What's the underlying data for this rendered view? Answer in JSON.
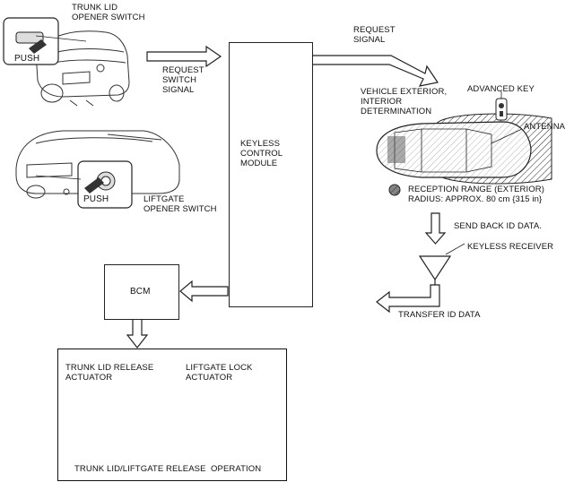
{
  "labels": {
    "trunk_switch": "TRUNK LID\nOPENER SWITCH",
    "push_1": "PUSH",
    "push_2": "PUSH",
    "request_switch_signal": "REQUEST\nSWITCH\nSIGNAL",
    "liftgate_switch": "LIFTGATE\nOPENER SWITCH",
    "keyless_control_module": "KEYLESS\nCONTROL\nMODULE",
    "request_signal": "REQUEST\nSIGNAL",
    "vehicle_determination": "VEHICLE EXTERIOR,\nINTERIOR\nDETERMINATION",
    "advanced_key": "ADVANCED KEY",
    "antenna": "ANTENNA",
    "reception_range": "RECEPTION RANGE (EXTERIOR)\nRADIUS: APPROX. 80 cm {315 in}",
    "send_back_id": "SEND BACK ID DATA.",
    "keyless_receiver": "KEYLESS RECEIVER",
    "transfer_id": "TRANSFER ID DATA",
    "bcm": "BCM",
    "trunk_actuator": "TRUNK LID RELEASE\nACTUATOR",
    "liftgate_actuator": "LIFTGATE LOCK\nACTUATOR",
    "release_operation": "TRUNK LID/LIFTGATE RELEASE  OPERATION"
  },
  "icons": [
    "sedan-rear-illustration",
    "hatchback-rear-illustration",
    "top-view-car-illustration",
    "advanced-key-icon",
    "keyless-receiver-icon",
    "trunk-actuator-illustration",
    "liftgate-actuator-illustration"
  ]
}
